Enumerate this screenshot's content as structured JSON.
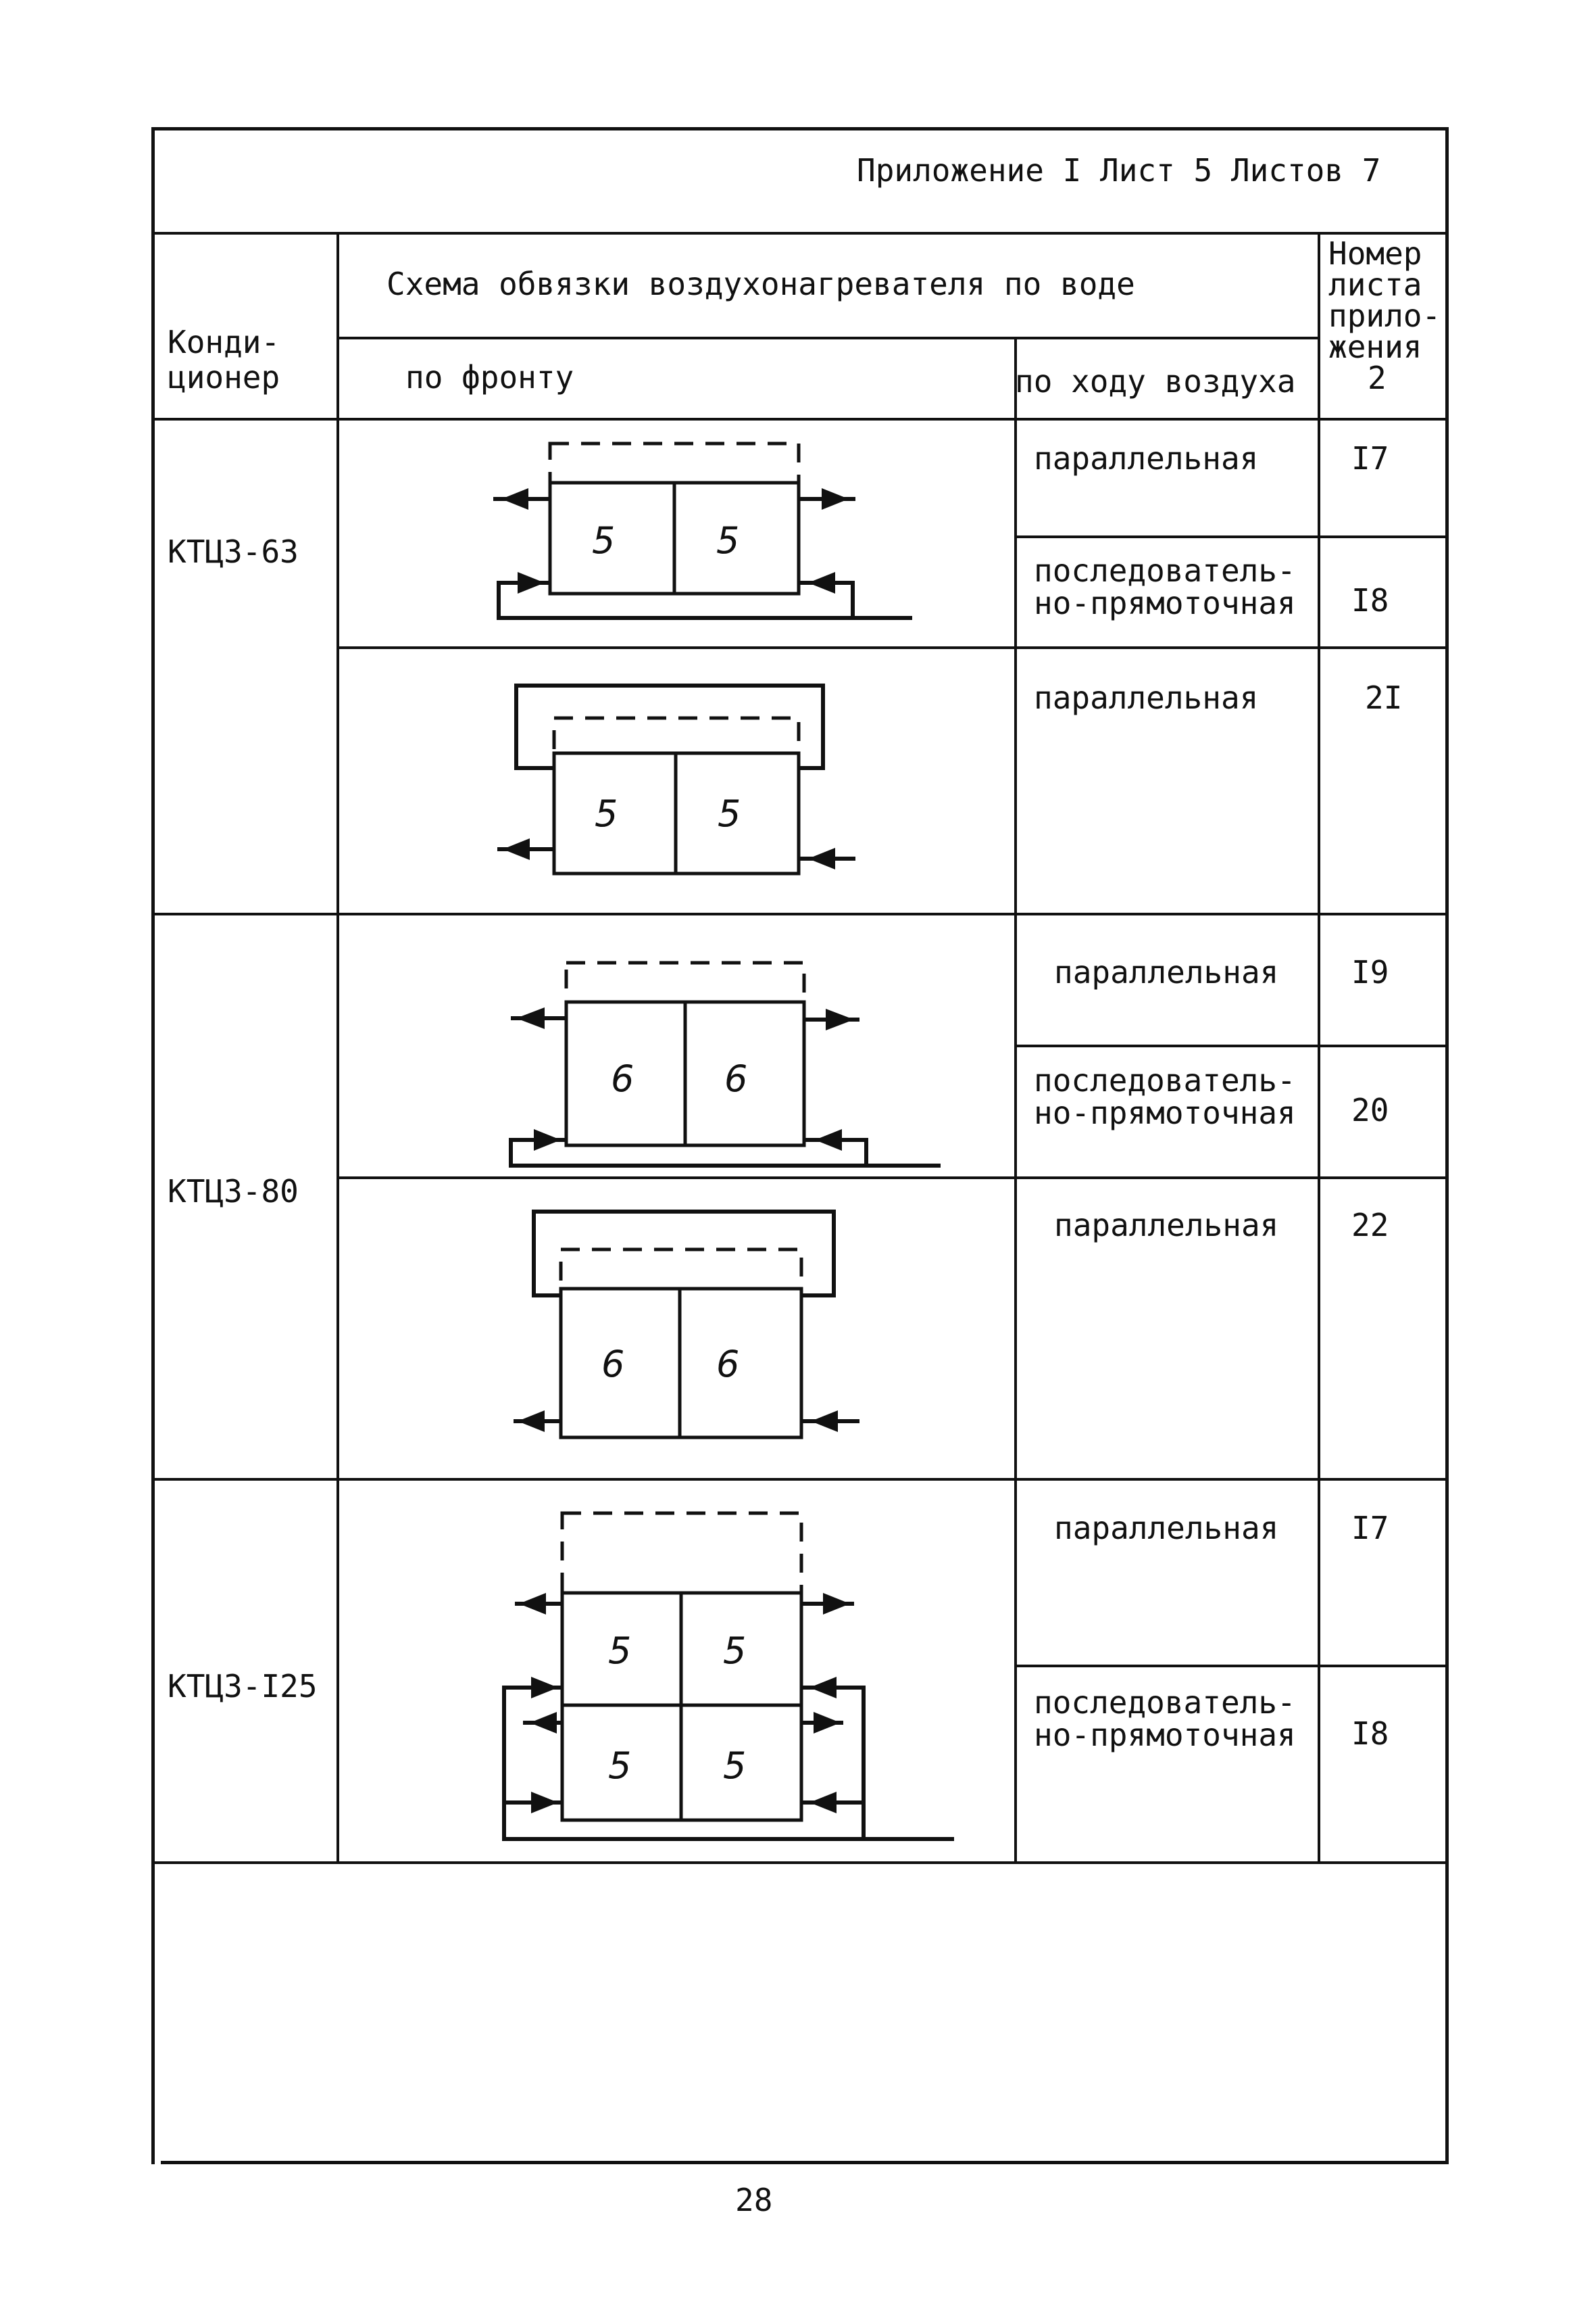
{
  "header": {
    "sheet_info": "Приложение I Лист 5 Листов 7"
  },
  "columns": {
    "conditioner": [
      "Конди-",
      "ционер"
    ],
    "scheme_title": "Схема обвязки воздухонагревателя по воде",
    "by_front": "по фронту",
    "by_airflow": "по ходу воздуха",
    "appendix_sheet": [
      "Номер",
      "листа",
      "прило-",
      "жения",
      "2"
    ]
  },
  "rows": [
    {
      "model": "КТЦ3-63",
      "schemes": [
        {
          "modules": [
            "5",
            "5"
          ],
          "entries": [
            {
              "type": [
                "параллельная"
              ],
              "sheet": "I7"
            },
            {
              "type": [
                "последователь-",
                "но-прямоточная"
              ],
              "sheet": "I8"
            }
          ]
        },
        {
          "modules": [
            "5",
            "5"
          ],
          "entries": [
            {
              "type": [
                "параллельная"
              ],
              "sheet": "2I"
            }
          ]
        }
      ]
    },
    {
      "model": "КТЦ3-80",
      "schemes": [
        {
          "modules": [
            "6",
            "6"
          ],
          "entries": [
            {
              "type": [
                "параллельная"
              ],
              "sheet": "I9"
            },
            {
              "type": [
                "последователь-",
                "но-прямоточная"
              ],
              "sheet": "20"
            }
          ]
        },
        {
          "modules": [
            "6",
            "6"
          ],
          "entries": [
            {
              "type": [
                "параллельная"
              ],
              "sheet": "22"
            }
          ]
        }
      ]
    },
    {
      "model": "КТЦ3-I25",
      "schemes": [
        {
          "modules": [
            "5",
            "5",
            "5",
            "5"
          ],
          "entries": [
            {
              "type": [
                "параллельная"
              ],
              "sheet": "I7"
            },
            {
              "type": [
                "последователь-",
                "но-прямоточная"
              ],
              "sheet": "I8"
            }
          ]
        }
      ]
    }
  ],
  "page_number": "28"
}
